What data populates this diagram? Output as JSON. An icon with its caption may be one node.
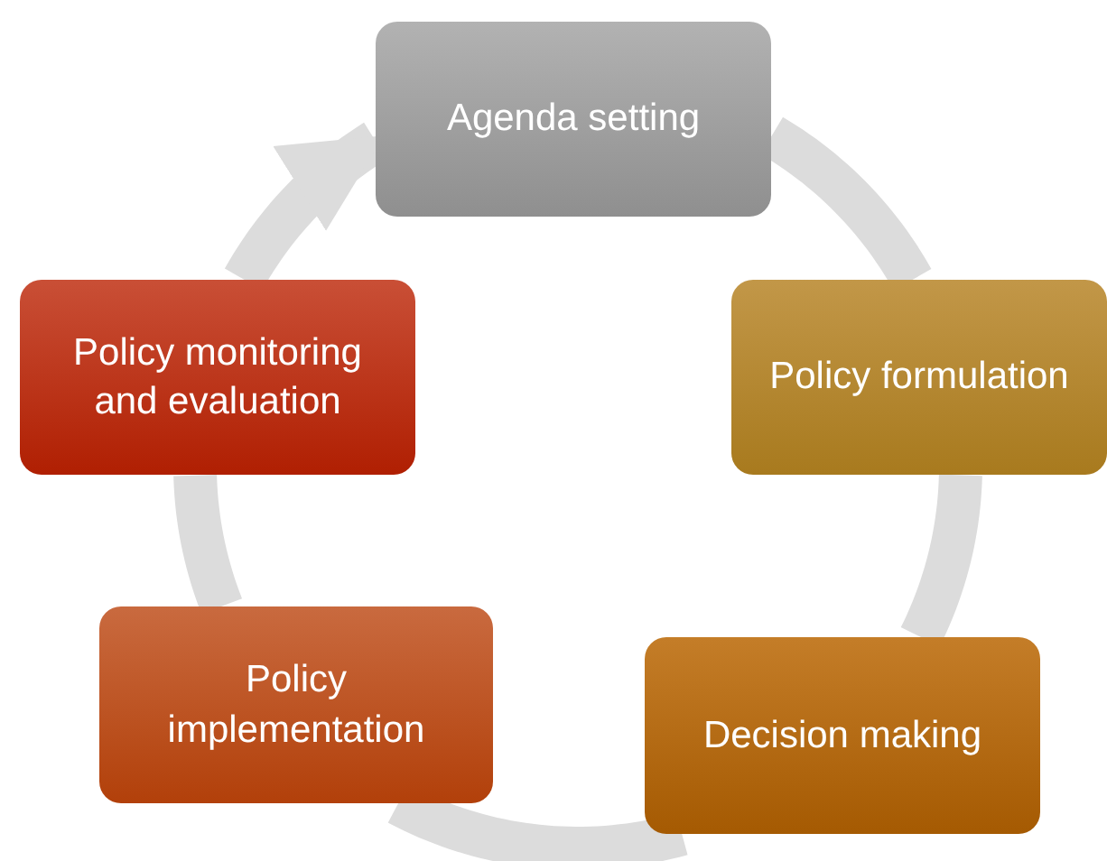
{
  "diagram": {
    "nodes": [
      {
        "text": [
          "Agenda setting"
        ]
      },
      {
        "text": [
          "Policy formulation"
        ]
      },
      {
        "text": [
          "Decision making"
        ]
      },
      {
        "text": [
          "Policy implementation"
        ]
      },
      {
        "text": [
          "Policy monitoring and evaluation"
        ]
      }
    ],
    "edges": [
      {
        "from": 0,
        "to": 1,
        "arrow": "none"
      },
      {
        "from": 1,
        "to": 2,
        "arrow": "none"
      },
      {
        "from": 2,
        "to": 3,
        "arrow": "none"
      },
      {
        "from": 3,
        "to": 4,
        "arrow": "none"
      },
      {
        "from": 4,
        "to": 0,
        "arrow": "to"
      }
    ]
  }
}
